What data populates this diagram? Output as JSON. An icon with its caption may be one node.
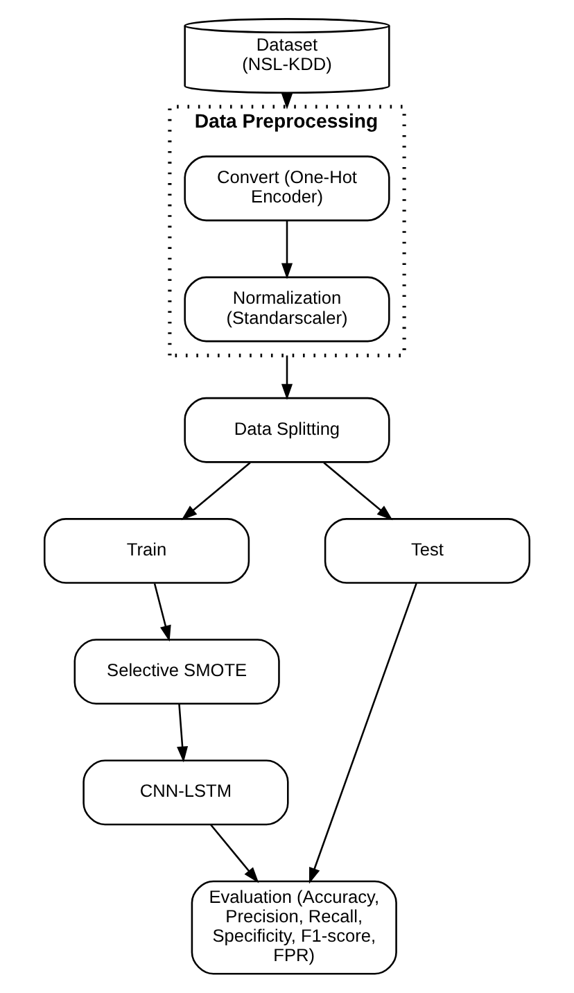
{
  "diagram": {
    "nodes": [
      {
        "text": [
          "Dataset (NSL-KDD)"
        ]
      },
      {
        "text": [
          "Data Preprocessing"
        ]
      },
      {
        "text": [
          "Convert (One-Hot Encoder)"
        ],
        "in": 1
      },
      {
        "text": [
          "Normalization (Standarscaler)"
        ],
        "in": 1
      },
      {
        "text": [
          "Data Splitting"
        ]
      },
      {
        "text": [
          "Train"
        ]
      },
      {
        "text": [
          "Test"
        ]
      },
      {
        "text": [
          "Selective SMOTE"
        ]
      },
      {
        "text": [
          "CNN-LSTM"
        ]
      },
      {
        "text": [
          "Evaluation (Accuracy, Precision, Recall, Specificity, F1-score, FPR)"
        ]
      }
    ],
    "edges": [
      {
        "from": 0,
        "to": 1,
        "arrow": "to"
      },
      {
        "from": 2,
        "to": 3,
        "arrow": "to"
      },
      {
        "from": 1,
        "to": 4,
        "arrow": "to"
      },
      {
        "from": 4,
        "to": 5,
        "arrow": "to"
      },
      {
        "from": 4,
        "to": 6,
        "arrow": "to"
      },
      {
        "from": 5,
        "to": 7,
        "arrow": "to"
      },
      {
        "from": 7,
        "to": 8,
        "arrow": "to"
      },
      {
        "from": 8,
        "to": 9,
        "arrow": "to"
      },
      {
        "from": 6,
        "to": 9,
        "arrow": "to"
      }
    ]
  }
}
